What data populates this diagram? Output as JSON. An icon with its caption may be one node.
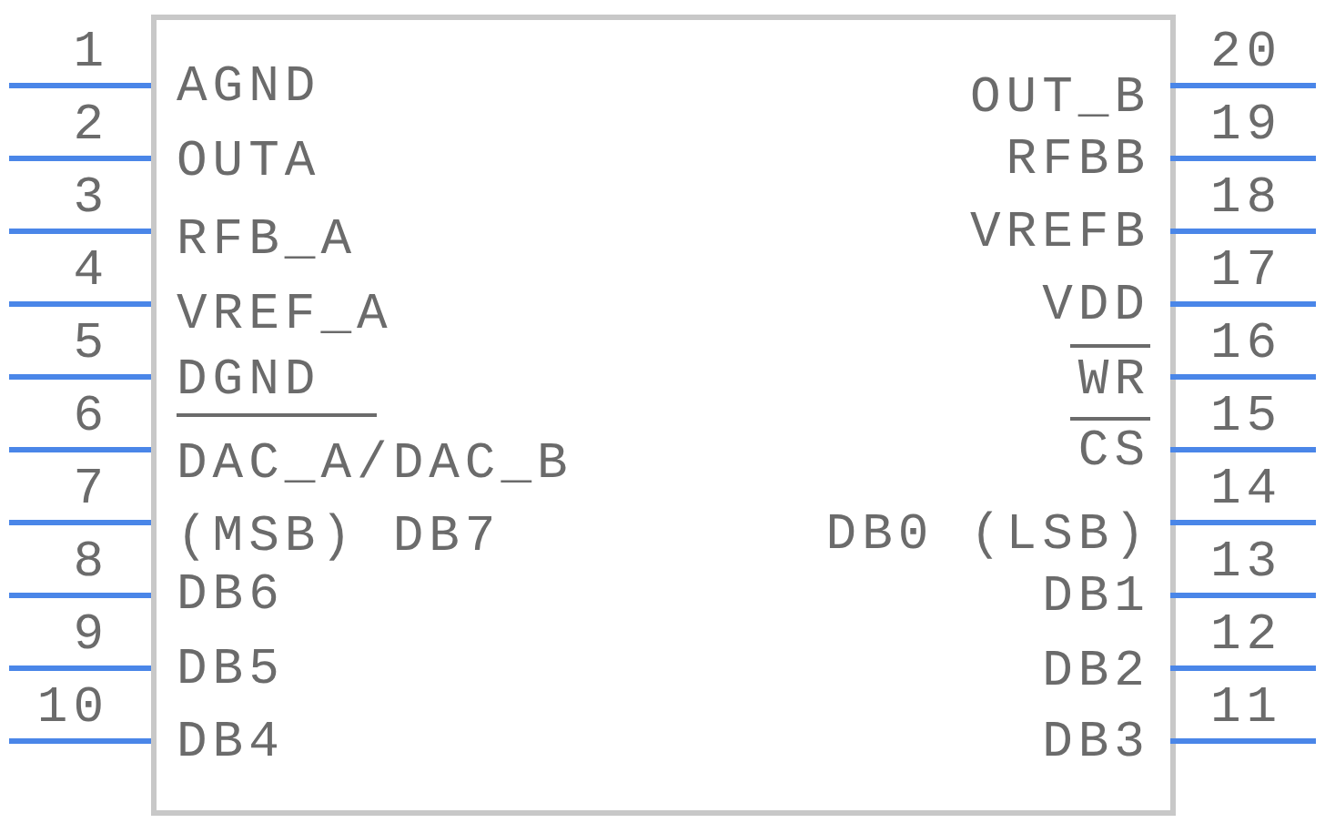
{
  "diagram": {
    "labels": [
      "1",
      "AGND",
      "2",
      "OUTA",
      "3",
      "RFB_A",
      "4",
      "VREF_A",
      "5",
      "DGND",
      "6",
      "DAC_A/DAC_B",
      "7",
      "(MSB) DB7",
      "8",
      "DB6",
      "9",
      "DB5",
      "10",
      "DB4",
      "11",
      "DB3",
      "12",
      "DB2",
      "13",
      "DB1",
      "14",
      "DB0 (LSB)",
      "15",
      "CS",
      "16",
      "WR",
      "17",
      "VDD",
      "18",
      "VREFB",
      "19",
      "RFBB",
      "20",
      "OUT_B"
    ]
  }
}
